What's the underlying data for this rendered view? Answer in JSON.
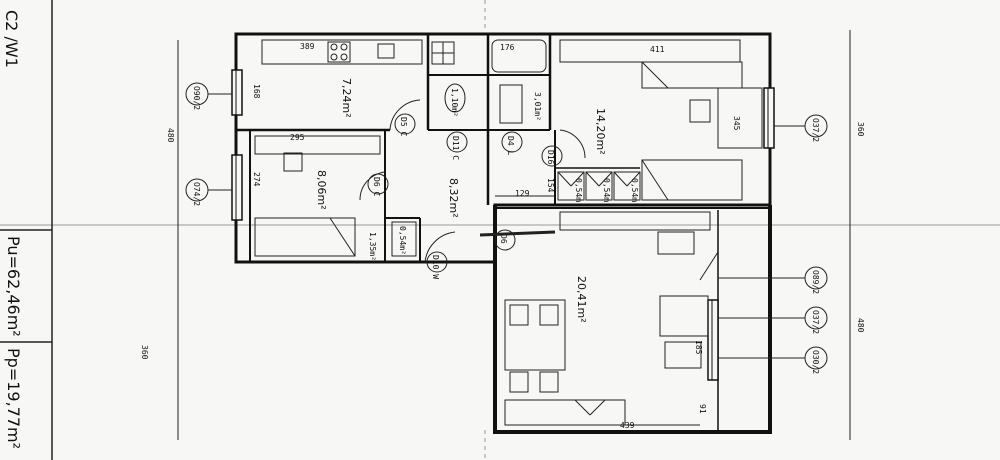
{
  "margin_code": "C2 /W1",
  "totals": {
    "pu": "Pu=62,46m²",
    "pp": "Pp=19,77m²"
  },
  "dimensions": {
    "left_upper": "480",
    "left_lower": "360",
    "right_upper": "360",
    "right_lower": "480",
    "kitchen_width": "389",
    "top_small_width": "176",
    "bedroom_width": "411",
    "room2_width": "295",
    "kitchen_window": "168",
    "room2_window": "274",
    "bed_window": "345",
    "hall_gap": "129",
    "living_width": "439",
    "small_154": "154",
    "small_185": "185",
    "small_91": "91"
  },
  "rooms": {
    "kitchen": "7,24m²",
    "bedroom": "14,20m²",
    "room2": "8,06m²",
    "hall": "8,32m²",
    "living": "20,41m²",
    "wc": "1,10m²",
    "bath": "3,01m²",
    "closet_a": "1,35m²",
    "closet_b": "0,54m²",
    "closet_c": "0,54m²",
    "closet_d": "0,54m²"
  },
  "doors": {
    "d5": "D5 C",
    "d6": "D6 C",
    "d10": "D10 W",
    "d11": "D11 C",
    "d4": "D4 L",
    "d16": "D16",
    "d6b": "D6"
  },
  "window_codes": {
    "w1": "O90/2",
    "w2": "O74/2",
    "w3": "O37/2",
    "w4": "O89/2",
    "w5": "O37/2",
    "w6": "O30/2"
  }
}
